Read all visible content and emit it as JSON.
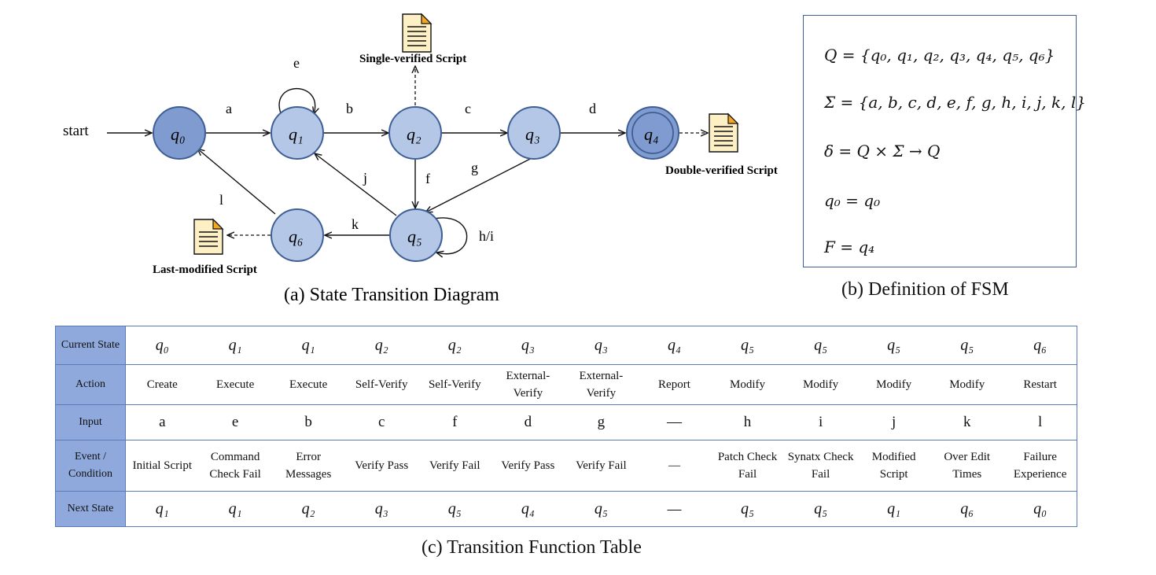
{
  "diagram": {
    "start_label": "start",
    "states": [
      {
        "id": "q0",
        "label": "q₀"
      },
      {
        "id": "q1",
        "label": "q₁"
      },
      {
        "id": "q2",
        "label": "q₂"
      },
      {
        "id": "q3",
        "label": "q₃"
      },
      {
        "id": "q4",
        "label": "q₄",
        "accepting": true
      },
      {
        "id": "q5",
        "label": "q₅"
      },
      {
        "id": "q6",
        "label": "q₆"
      }
    ],
    "edges": [
      {
        "from": "q0",
        "to": "q1",
        "label": "a"
      },
      {
        "from": "q1",
        "to": "q1",
        "label": "e"
      },
      {
        "from": "q1",
        "to": "q2",
        "label": "b"
      },
      {
        "from": "q2",
        "to": "q3",
        "label": "c"
      },
      {
        "from": "q3",
        "to": "q4",
        "label": "d"
      },
      {
        "from": "q2",
        "to": "q5",
        "label": "f"
      },
      {
        "from": "q3",
        "to": "q5",
        "label": "g"
      },
      {
        "from": "q5",
        "to": "q1",
        "label": "j"
      },
      {
        "from": "q5",
        "to": "q5",
        "label": "h/i"
      },
      {
        "from": "q5",
        "to": "q6",
        "label": "k"
      },
      {
        "from": "q6",
        "to": "q0",
        "label": "l"
      }
    ],
    "documents": {
      "single": "Single-verified Script",
      "double": "Double-verified Script",
      "last": "Last-modified Script"
    },
    "caption": "(a) State Transition Diagram"
  },
  "fsm": {
    "Q": "Q = {q₀, q₁, q₂, q₃, q₄, q₅, q₆}",
    "Sigma": "Σ = {a, b, c, d, e, f, g, h, i, j, k, l}",
    "delta": "δ = Q × Σ → Q",
    "q0": "q₀ = q₀",
    "F": "F = q₄",
    "caption": "(b) Definition of  FSM"
  },
  "table": {
    "headers": [
      "Current State",
      "Action",
      "Input",
      "Event / Condition",
      "Next State"
    ],
    "current_state": [
      "q₀",
      "q₁",
      "q₁",
      "q₂",
      "q₂",
      "q₃",
      "q₃",
      "q₄",
      "q₅",
      "q₅",
      "q₅",
      "q₅",
      "q₆"
    ],
    "action": [
      "Create",
      "Execute",
      "Execute",
      "Self-Verify",
      "Self-Verify",
      "External-Verify",
      "External-Verify",
      "Report",
      "Modify",
      "Modify",
      "Modify",
      "Modify",
      "Restart"
    ],
    "input": [
      "a",
      "e",
      "b",
      "c",
      "f",
      "d",
      "g",
      "—",
      "h",
      "i",
      "j",
      "k",
      "l"
    ],
    "event": [
      "Initial Script",
      "Command Check Fail",
      "Error Messages",
      "Verify Pass",
      "Verify Fail",
      "Verify Pass",
      "Verify Fail",
      "—",
      "Patch Check Fail",
      "Synatx Check Fail",
      "Modified Script",
      "Over Edit Times",
      "Failure Experience"
    ],
    "next_state": [
      "q₁",
      "q₁",
      "q₂",
      "q₃",
      "q₅",
      "q₄",
      "q₅",
      "—",
      "q₅",
      "q₅",
      "q₁",
      "q₆",
      "q₀"
    ],
    "caption": "(c) Transition Function Table"
  },
  "colors": {
    "q0_fill": "#7f9bd0",
    "state_fill": "#b4c7e7",
    "state_stroke": "#3e5f95",
    "header_fill": "#8fa9dc",
    "doc_fill": "#fdf0c4",
    "doc_fold": "#f5a623"
  }
}
